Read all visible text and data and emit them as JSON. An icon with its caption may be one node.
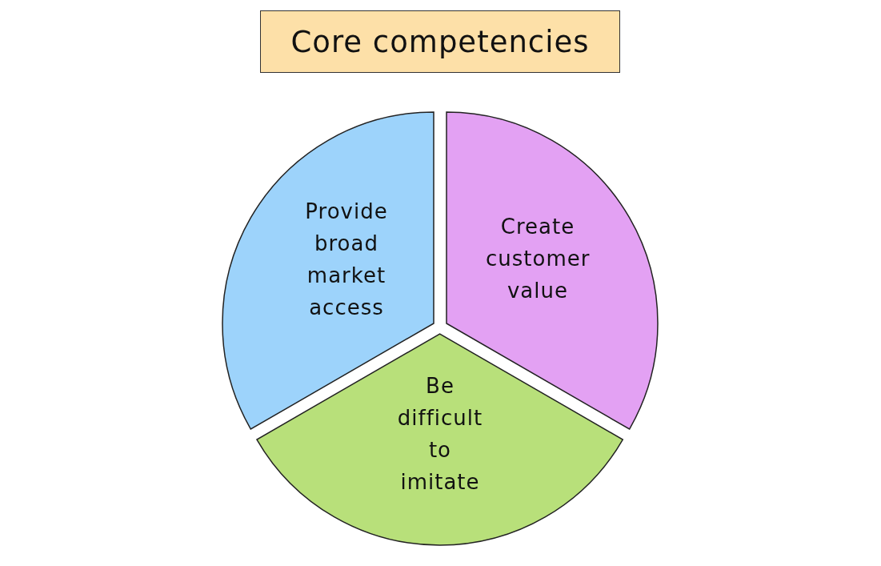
{
  "diagram": {
    "title": "Core competencies",
    "nodes": [
      {
        "text": [
          "Provide broad market access"
        ]
      },
      {
        "text": [
          "Create customer value"
        ]
      },
      {
        "text": [
          "Be difficult to imitate"
        ]
      }
    ]
  }
}
